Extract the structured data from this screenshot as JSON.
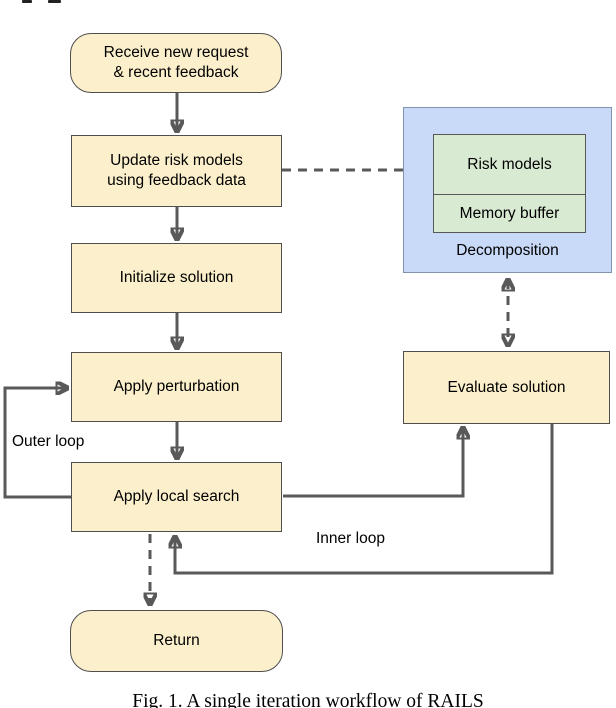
{
  "figure": {
    "caption": "Fig. 1. A single iteration workflow of RAILS"
  },
  "nodes": {
    "receive": "Receive new request\n& recent feedback",
    "update": "Update risk models\nusing feedback data",
    "initialize": "Initialize solution",
    "perturbation": "Apply perturbation",
    "local_search": "Apply local search",
    "return": "Return",
    "risk_models": "Risk models",
    "memory_buffer": "Memory buffer",
    "decomposition": "Decomposition",
    "evaluate": "Evaluate solution"
  },
  "edge_labels": {
    "outer_loop": "Outer loop",
    "inner_loop": "Inner loop"
  },
  "colors": {
    "process_fill": "#fcf0cc",
    "process_border": "#4f4f4f",
    "container_fill": "#c9daf8",
    "container_border": "#8493ad",
    "subnode_fill": "#d9ead3",
    "subnode_border": "#585858",
    "arrow": "#595959",
    "text": "#000000"
  }
}
